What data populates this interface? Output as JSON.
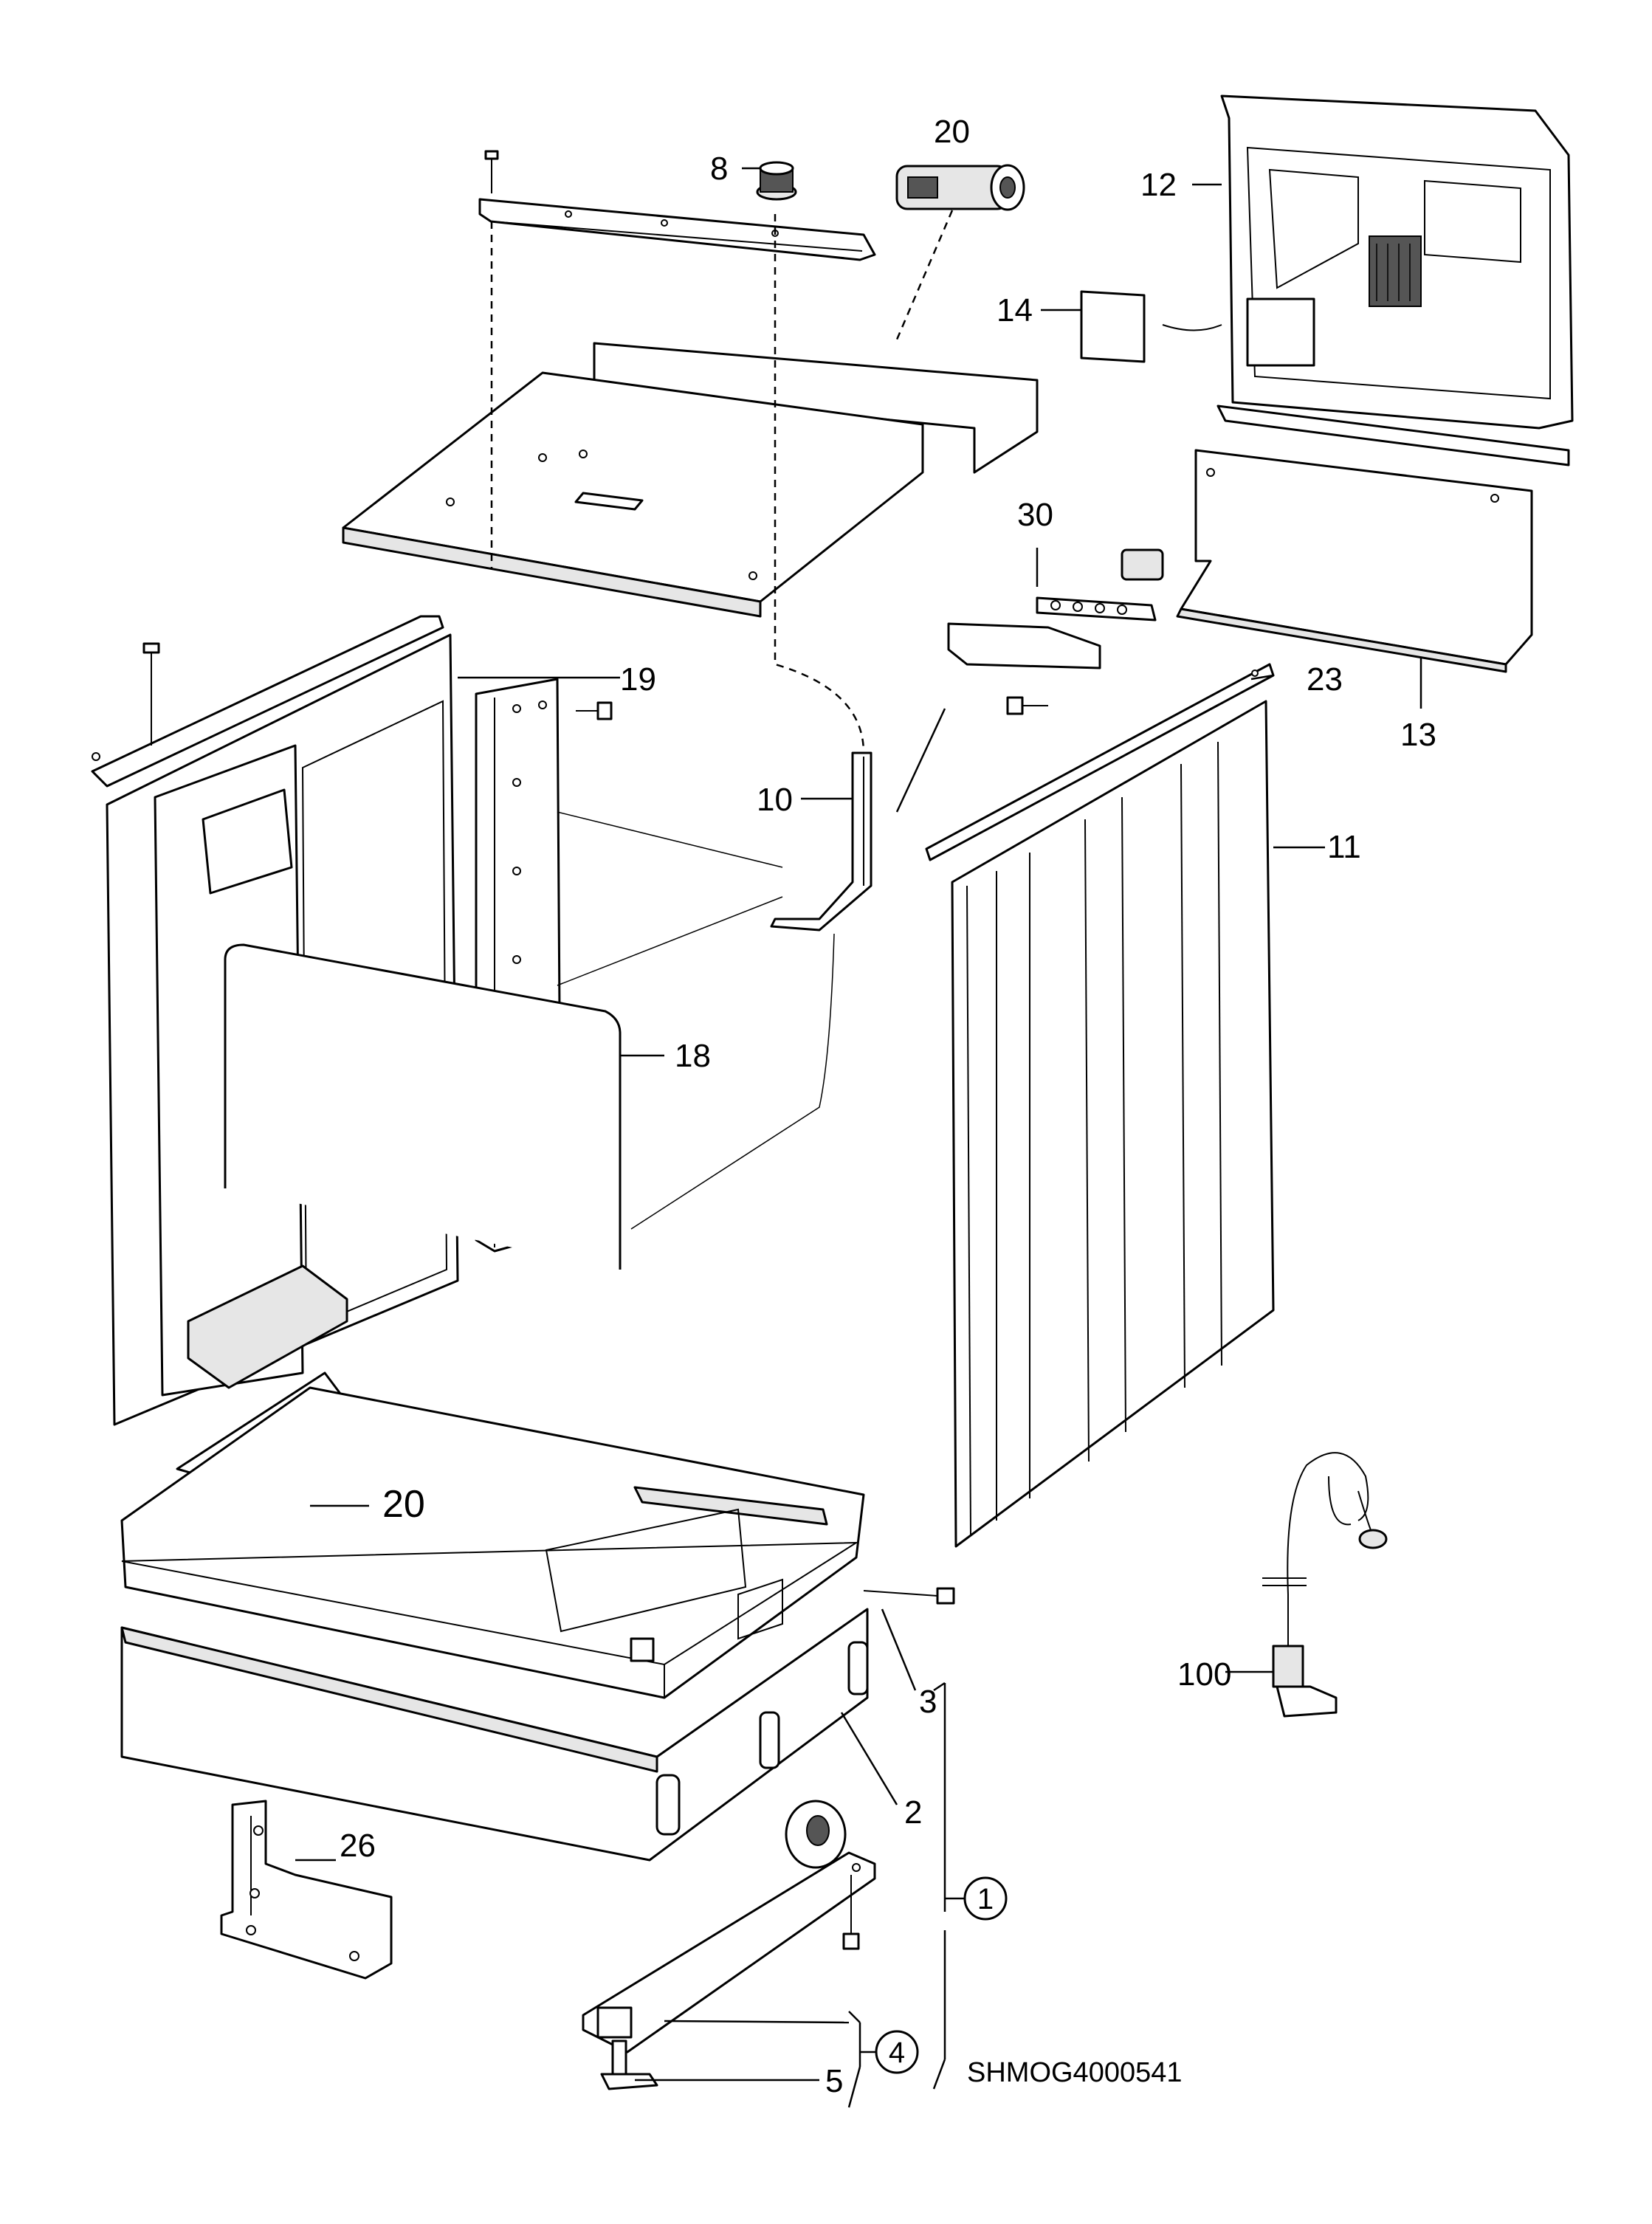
{
  "diagram": {
    "drawing_code": "SHMOG4000541",
    "callouts": {
      "c8": "8",
      "c20_top": "20",
      "c12": "12",
      "c14": "14",
      "c30": "30",
      "c19": "19",
      "c23": "23",
      "c13": "13",
      "c10": "10",
      "c11": "11",
      "c18": "18",
      "c20_bottom": "20",
      "c100": "100",
      "c3": "3",
      "c2": "2",
      "c26": "26",
      "c1": "1",
      "c4": "4",
      "c5": "5"
    }
  }
}
